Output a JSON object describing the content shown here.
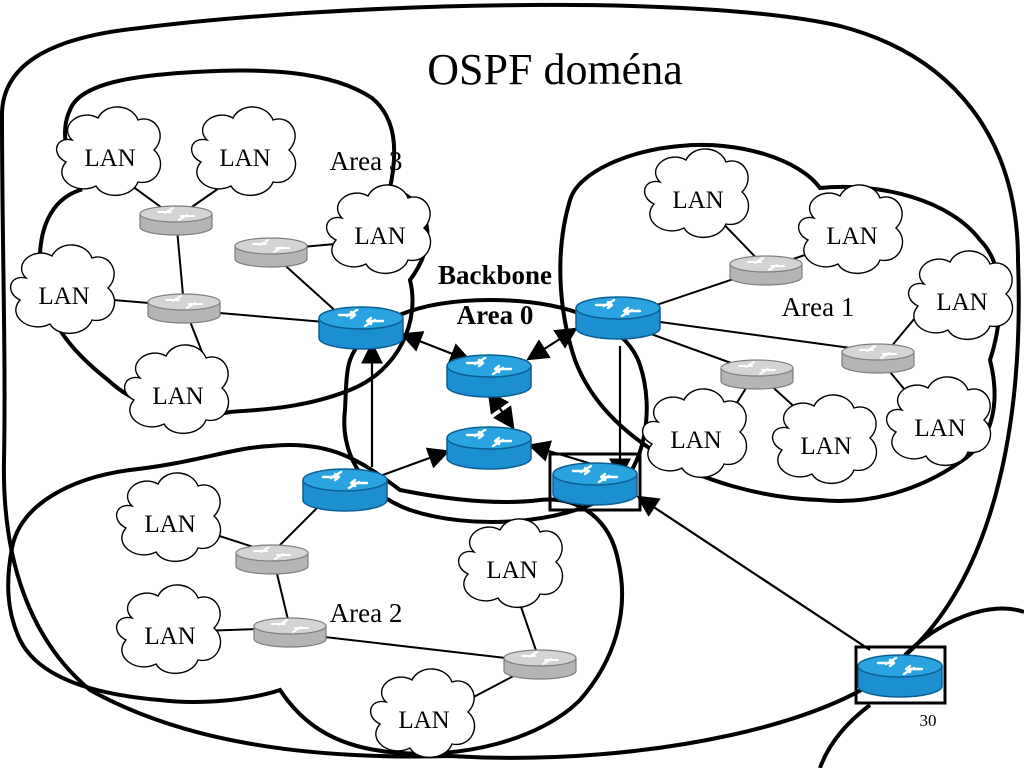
{
  "slide": {
    "title": "OSPF doména",
    "page_number": "30"
  },
  "areas": {
    "area3": "Area 3",
    "area1": "Area 1",
    "area2": "Area 2",
    "backbone_line1": "Backbone",
    "backbone_line2": "Area 0"
  },
  "lan_label": "LAN",
  "colors": {
    "backbone_router": "#1b8fd0",
    "backbone_router_top": "#2aa4e0",
    "internal_router": "#b5b5b5",
    "internal_router_top": "#d4d4d4",
    "outline": "#000000"
  },
  "icons": {
    "backbone_router": "router-icon",
    "internal_router": "router-icon",
    "lan": "cloud-icon"
  }
}
